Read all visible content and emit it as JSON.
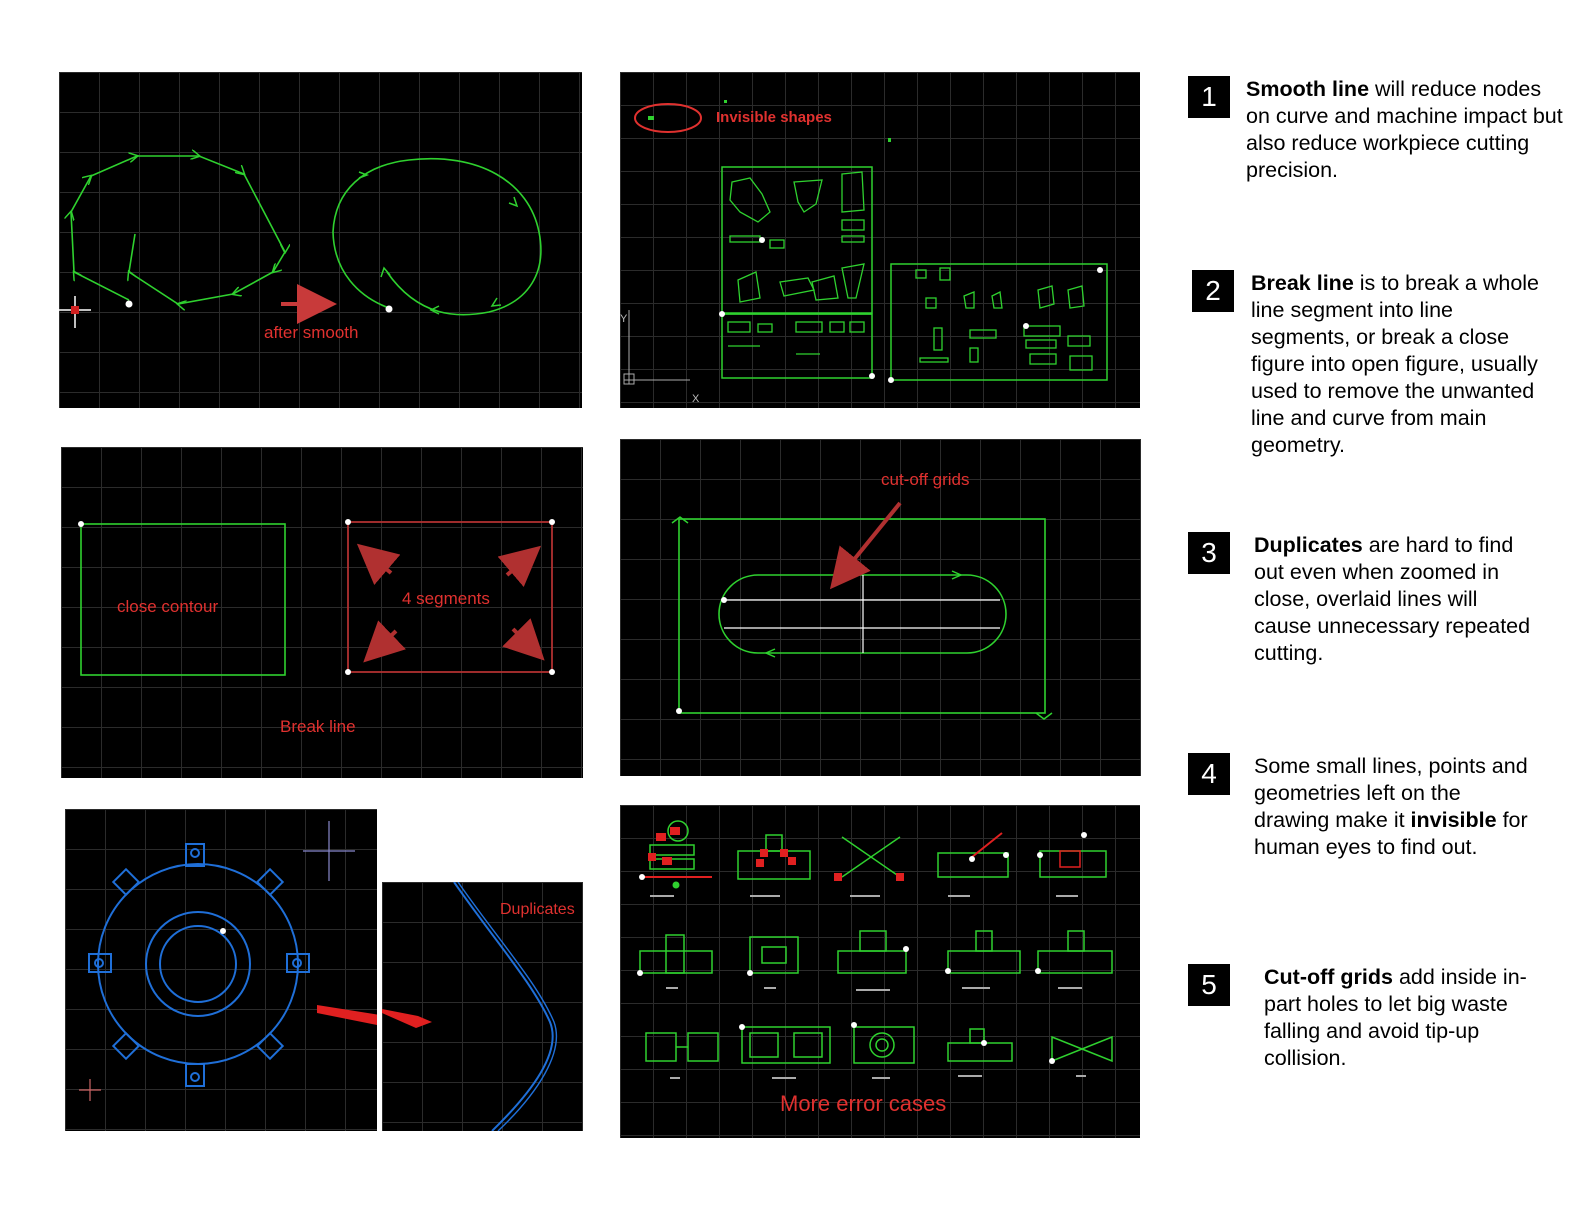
{
  "panels": {
    "smooth": {
      "label": "after smooth"
    },
    "invisible": {
      "label": "Invisible shapes",
      "axis_y": "Y",
      "axis_x": "X"
    },
    "break": {
      "label_left": "close contour",
      "label_right": "4 segments",
      "label_bottom": "Break line"
    },
    "cutoff": {
      "label": "cut-off grids"
    },
    "duplicates": {
      "label": "Duplicates"
    },
    "errors": {
      "label": "More error cases"
    }
  },
  "notes": [
    {
      "number": "1",
      "bold": "Smooth line",
      "pre": "",
      "rest": " will reduce nodes on curve and machine impact but also reduce workpiece cutting precision."
    },
    {
      "number": "2",
      "bold": "Break line",
      "pre": "",
      "rest": " is to break a whole line segment into line segments, or break a close figure into open figure, usually used to remove the unwanted line and curve from main geometry."
    },
    {
      "number": "3",
      "bold": "Duplicates",
      "pre": "",
      "rest": " are hard to find out even when zoomed in close, overlaid lines will cause unnecessary repeated cutting."
    },
    {
      "number": "4",
      "pre": "Some small lines, points and geometries left on the drawing make it ",
      "bold": "invisible",
      "rest": " for human eyes to find out."
    },
    {
      "number": "5",
      "bold": "Cut-off grids",
      "pre": "",
      "rest": " add inside in-part holes to let big waste falling and avoid tip-up collision."
    }
  ],
  "colors": {
    "contour": "#2fd12f",
    "annotation": "#e0312f",
    "blue_part": "#1f6fd8",
    "panel_bg": "#000000"
  }
}
